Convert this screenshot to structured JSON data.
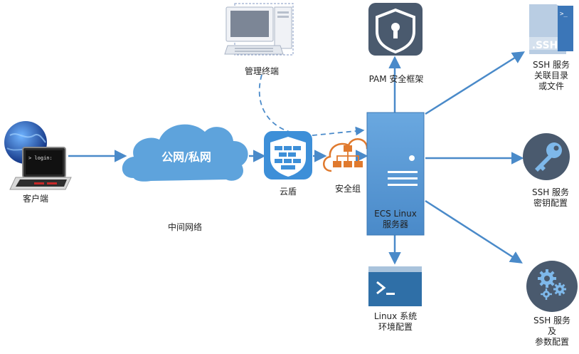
{
  "labels": {
    "client": "客户端",
    "cloud": "公网/私网",
    "mid_network": "中间网络",
    "admin_terminal": "管理终端",
    "cloud_shield": "云盾",
    "security_group": "安全组",
    "pam": "PAM 安全框架",
    "ecs_line1": "ECS Linux",
    "ecs_line2": "服务器",
    "linux_env_line1": "Linux 系统",
    "linux_env_line2": "环境配置",
    "ssh_dir_line1": "SSH 服务",
    "ssh_dir_line2": "关联目录",
    "ssh_dir_line3": "或文件",
    "ssh_key_line1": "SSH 服务",
    "ssh_key_line2": "密钥配置",
    "ssh_param_line1": "SSH 服务",
    "ssh_param_line2": "及",
    "ssh_param_line3": "参数配置",
    "laptop_screen_text": "> login:",
    "ssh_file_text": ".SSH",
    "ssh_file_prompt": ">_"
  },
  "icons": {
    "client": "laptop-globe-icon",
    "cloud": "cloud-icon",
    "admin_terminal": "desktop-computer-icon",
    "cloud_shield": "firewall-shield-icon",
    "security_group": "network-tree-cloud-icon",
    "pam": "shield-keyhole-icon",
    "ecs": "server-icon",
    "linux_env": "terminal-window-icon",
    "ssh_dir": "ssh-file-icon",
    "ssh_key": "key-icon",
    "ssh_param": "gears-icon"
  },
  "colors": {
    "arrow": "#4a8ac9",
    "cloud": "#5ea3dc",
    "server": "#5b9bd5",
    "dark_badge": "#4a5a6e",
    "shield_blue": "#3d8fd8",
    "security_group_orange": "#e07a2e"
  }
}
